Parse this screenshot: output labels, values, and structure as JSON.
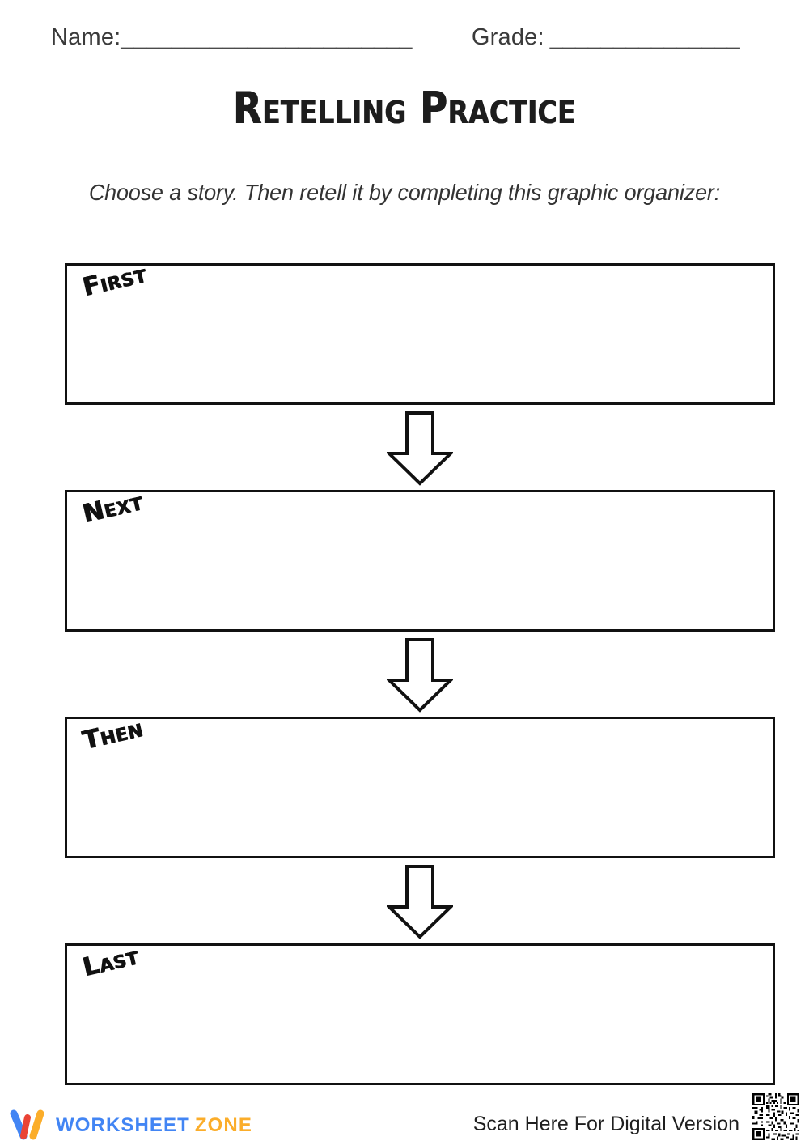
{
  "header": {
    "name_label": "Name:",
    "name_rule": "_______________________",
    "grade_label": "Grade:",
    "grade_rule": "_______________"
  },
  "title": "Retelling Practice",
  "subtitle": "Choose a story. Then retell it by completing this graphic organizer:",
  "organizer": {
    "steps": [
      {
        "label": "First"
      },
      {
        "label": "Next"
      },
      {
        "label": "Then"
      },
      {
        "label": "Last"
      }
    ],
    "connector_icon": "down-arrow-icon"
  },
  "footer": {
    "brand_mark_icon": "worksheet-zone-w-logo-icon",
    "brand_primary": "WORKSHEET",
    "brand_secondary": "ZONE",
    "scan_text": "Scan Here For Digital Version",
    "qr_icon": "qr-code-icon"
  },
  "colors": {
    "ink": "#111111",
    "text": "#333333",
    "brand_blue": "#4285f4",
    "brand_yellow": "#fbad2a",
    "brand_red": "#ea4335"
  }
}
